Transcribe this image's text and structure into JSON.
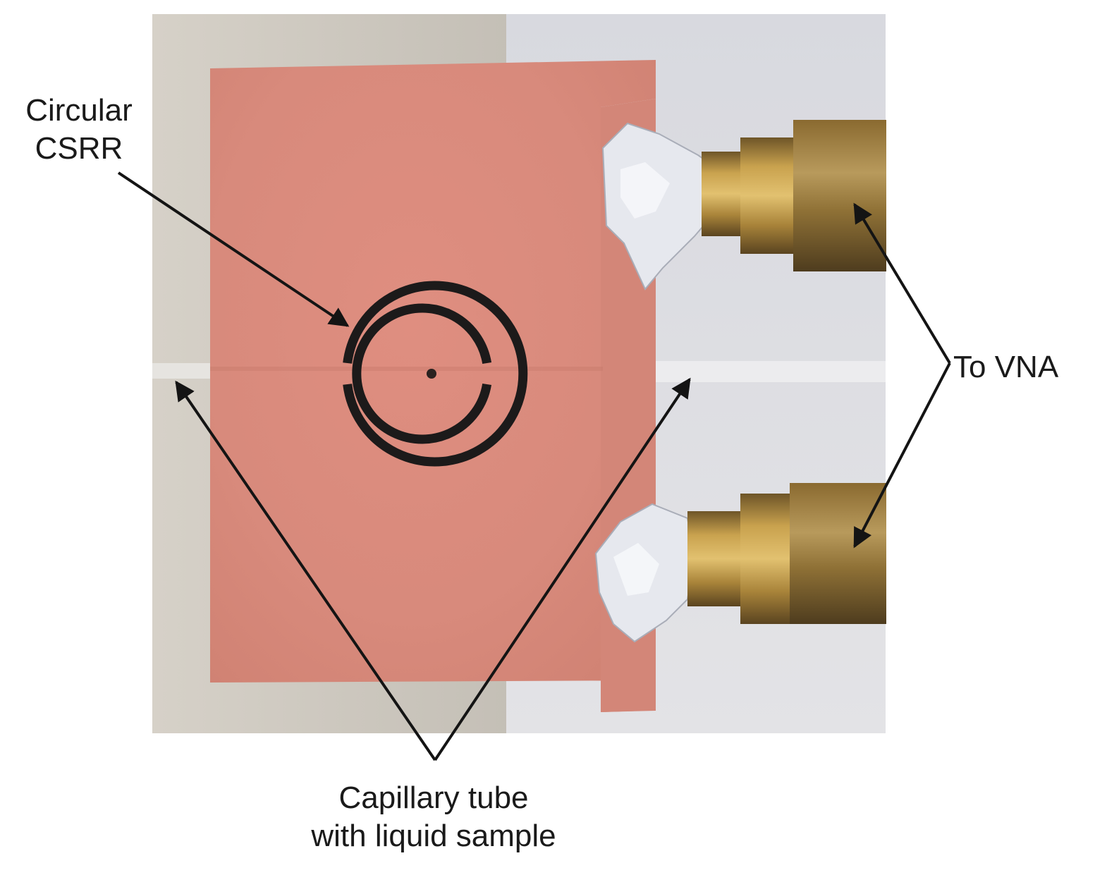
{
  "labels": {
    "csrr": [
      "Circular",
      "CSRR"
    ],
    "vna": "To VNA",
    "capillary": [
      "Capillary tube",
      "with liquid sample"
    ]
  },
  "colors": {
    "copper": "#d9877a",
    "copper_dark": "#c9756a",
    "slot": "#1c1a1a",
    "wall_left": "#cfcac2",
    "wall_right": "#dcdde2",
    "connector_gold": "#b08a3a",
    "connector_shadow": "#5b4726",
    "solder": "#e8eaef",
    "arrow": "#141414"
  },
  "icons": {
    "arrow_head": "triangle-arrowhead"
  }
}
